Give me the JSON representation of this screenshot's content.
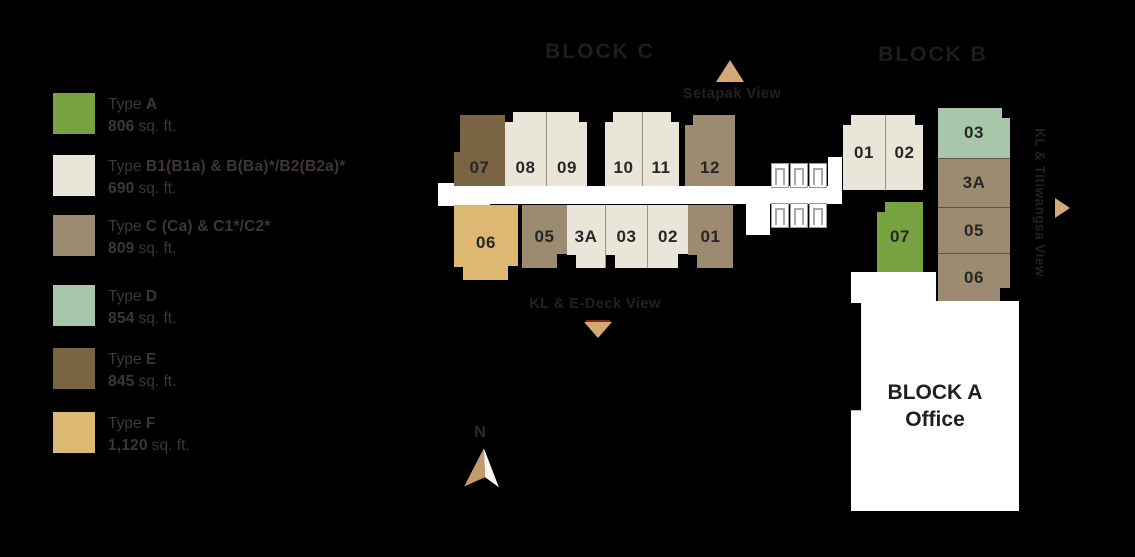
{
  "legend": {
    "items": [
      {
        "prefix": "Type",
        "name": "A",
        "area": "806",
        "suffix": "sq. ft."
      },
      {
        "prefix": "Type",
        "name": "B1(B1a) & B(Ba)*/B2(B2a)*",
        "area": "690",
        "suffix": "sq. ft."
      },
      {
        "prefix": "Type",
        "name": "C (Ca) & C1*/C2*",
        "area": "809",
        "suffix": "sq. ft."
      },
      {
        "prefix": "Type",
        "name": "D",
        "area": "854",
        "suffix": "sq. ft."
      },
      {
        "prefix": "Type",
        "name": "E",
        "area": "845",
        "suffix": "sq. ft."
      },
      {
        "prefix": "Type",
        "name": "F",
        "area": "1,120",
        "suffix": "sq. ft."
      }
    ]
  },
  "colors": {
    "background": "#000000",
    "corridor": "#FFFFFF",
    "arrow": "#D2A877",
    "type_a": "#76A23F",
    "type_b": "#EAE5D9",
    "type_c": "#9C8A71",
    "type_d": "#A9C6AA",
    "type_e": "#7A6443",
    "type_f": "#DCB873"
  },
  "block_c": {
    "title": "BLOCK C",
    "top_row": [
      {
        "label": "07"
      },
      {
        "label": "08"
      },
      {
        "label": "09"
      },
      {
        "label": "10"
      },
      {
        "label": "11"
      },
      {
        "label": "12"
      }
    ],
    "bottom_row": [
      {
        "label": "06"
      },
      {
        "label": "05"
      },
      {
        "label": "3A"
      },
      {
        "label": "03"
      },
      {
        "label": "02"
      },
      {
        "label": "01"
      }
    ]
  },
  "block_b": {
    "title": "BLOCK B",
    "units": [
      {
        "label": "01"
      },
      {
        "label": "02"
      },
      {
        "label": "03"
      },
      {
        "label": "3A"
      },
      {
        "label": "05"
      },
      {
        "label": "06"
      },
      {
        "label": "07"
      }
    ]
  },
  "block_a": {
    "title": "BLOCK A",
    "subtitle": "Office"
  },
  "annotations": {
    "setapak_view": "Setapak View",
    "kl_edeck_view": "KL & E-Deck View",
    "kl_titiwangsa_view": "KL & Titiwangsa View",
    "north": "N"
  }
}
